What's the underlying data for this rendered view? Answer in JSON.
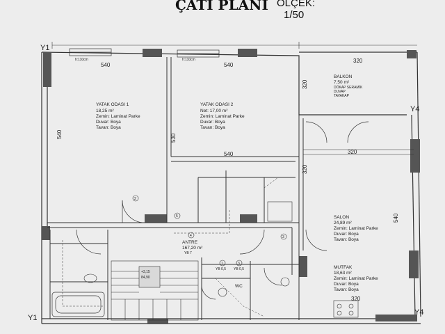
{
  "title": "ÇATI PLANI",
  "scale_label": "ÖLÇEK:",
  "scale_value": "1/50",
  "dimensions": {
    "d540_a": "540",
    "d540_b": "540",
    "d320_top": "320",
    "d320_mid": "320",
    "d320_bot": "320",
    "d540_left": "540",
    "d530": "530",
    "d320_vert": "320",
    "d320_vert2": "320",
    "d540_right": "540",
    "d540_inner": "540"
  },
  "rooms": {
    "yatak1": {
      "name": "YATAK ODASI 1",
      "area": "18,25 m²",
      "floor": "Zemin: Laminat Parke",
      "wall": "Duvar: Boya",
      "ceiling": "Tavan: Boya"
    },
    "yatak2": {
      "name": "YATAK ODASI 2",
      "area": "Net: 17,00 m²",
      "floor": "Zemin: Laminat Parke",
      "wall": "Duvar: Boya",
      "ceiling": "Tavan: Boya"
    },
    "balkon": {
      "name": "BALKON",
      "area": "7,50 m²",
      "floor": "DÖKAP SERAMİK",
      "wall": "DUVAP",
      "ceiling": "TAVAKAP"
    },
    "salon": {
      "name": "SALON",
      "area": "24,89 m²",
      "floor": "Zemin: Laminat Parke",
      "wall": "Duvar: Boya",
      "ceiling": "Tavan: Boya"
    },
    "antre": {
      "name": "ANTRE",
      "area": "167,20 m²"
    },
    "mutfak": {
      "name": "MUTFAK",
      "area": "18,63 m²",
      "floor": "Zemin: Laminat Parke",
      "wall": "Duvar: Boya",
      "ceiling": "Tavan: Boya"
    },
    "wc": {
      "name": "WC"
    }
  },
  "markers": {
    "m2": "2",
    "m3": "3",
    "m4": "4",
    "m5": "5",
    "m1": "1",
    "m3b": "3"
  },
  "axes": {
    "y1_top": "Y1",
    "y4_top": "Y4",
    "y1_bot": "Y1",
    "y4_bot": "Y4"
  },
  "notes": {
    "h110_a": "h:110cm",
    "h110_b": "h:110cm",
    "stair_level": "+3,15",
    "stair_area": "84,90",
    "ya_a": "YB 0,5",
    "ya_b": "YB 0,5",
    "ya_c": "YB 7"
  }
}
